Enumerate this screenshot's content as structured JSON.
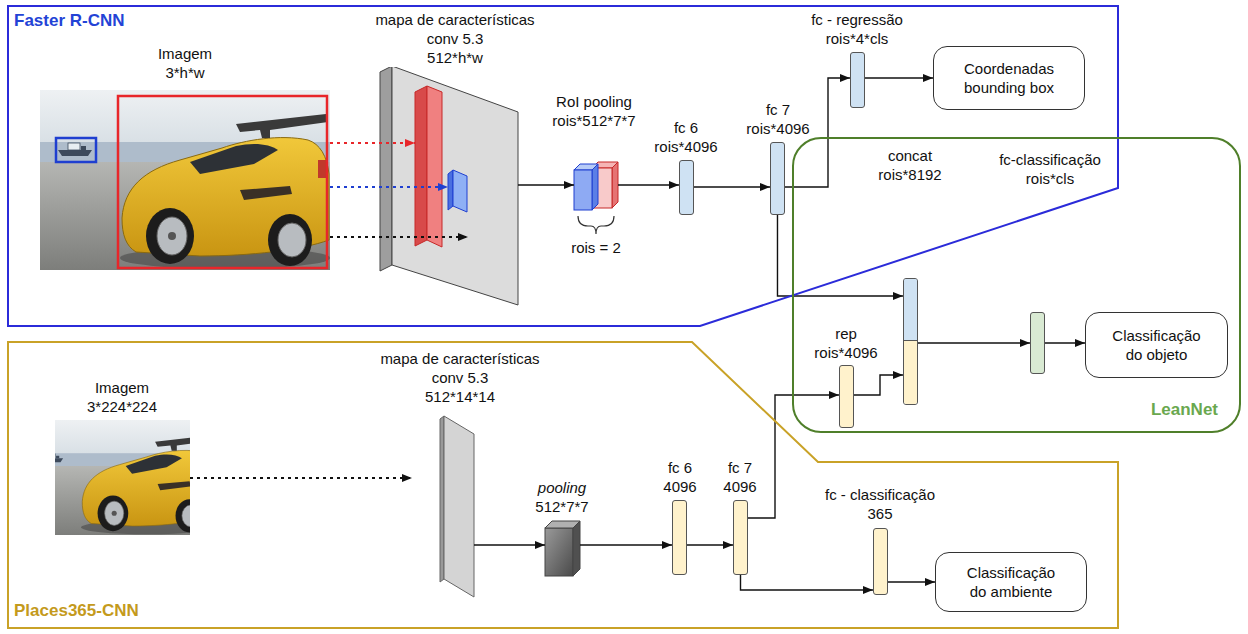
{
  "diagram": {
    "nodes": [
      {
        "text": [
          "Faster R-CNN"
        ]
      },
      {
        "text": [
          "Imagem",
          "3*h*w"
        ],
        "in": 0
      },
      {
        "text": [
          "mapa de características",
          "conv 5.3",
          "512*h*w"
        ],
        "in": 0
      },
      {
        "text": [
          "RoI pooling",
          "rois*512*7*7"
        ],
        "in": 0
      },
      {
        "text": [
          "fc 6",
          "rois*4096"
        ],
        "in": 0
      },
      {
        "text": [
          "fc 7",
          "rois*4096"
        ],
        "in": 0
      },
      {
        "text": [
          "fc - regressão",
          "rois*4*cls"
        ],
        "in": 0
      },
      {
        "text": [
          "Coordenadas bounding box"
        ],
        "in": 0
      },
      {
        "text": [
          "Places365-CNN"
        ]
      },
      {
        "text": [
          "Imagem",
          "3*224*224"
        ],
        "in": 8
      },
      {
        "text": [
          "mapa de características",
          "conv 5.3",
          "512*14*14"
        ],
        "in": 8
      },
      {
        "text": [
          "pooling",
          "512*7*7"
        ],
        "in": 8
      },
      {
        "text": [
          "fc 6",
          "4096"
        ],
        "in": 8
      },
      {
        "text": [
          "fc 7",
          "4096"
        ],
        "in": 8
      },
      {
        "text": [
          "fc - classificação",
          "365"
        ],
        "in": 8
      },
      {
        "text": [
          "Classificação do ambiente"
        ],
        "in": 8
      },
      {
        "text": [
          "LeanNet"
        ]
      },
      {
        "text": [
          "concat",
          "rois*8192"
        ],
        "in": 16
      },
      {
        "text": [
          "rep",
          "rois*4096"
        ],
        "in": 16
      },
      {
        "text": [
          "fc-classificação",
          "rois*cls"
        ],
        "in": 16
      },
      {
        "text": [
          "Classificação do objeto"
        ],
        "in": 16
      }
    ],
    "edges": [
      {
        "from": 1,
        "to": 2,
        "arrow": "to"
      },
      {
        "from": 1,
        "to": 2,
        "arrow": "to"
      },
      {
        "from": 1,
        "to": 2,
        "arrow": "to"
      },
      {
        "from": 2,
        "to": 3,
        "arrow": "to"
      },
      {
        "from": 3,
        "to": 4,
        "arrow": "to"
      },
      {
        "from": 4,
        "to": 5,
        "arrow": "to"
      },
      {
        "from": 5,
        "to": 6,
        "arrow": "to"
      },
      {
        "from": 6,
        "to": 7,
        "arrow": "to"
      },
      {
        "from": 5,
        "to": 17,
        "arrow": "to"
      },
      {
        "from": 9,
        "to": 10,
        "arrow": "to"
      },
      {
        "from": 10,
        "to": 11,
        "arrow": "to"
      },
      {
        "from": 11,
        "to": 12,
        "arrow": "to"
      },
      {
        "from": 12,
        "to": 13,
        "arrow": "to"
      },
      {
        "from": 13,
        "to": 18,
        "arrow": "to"
      },
      {
        "from": 18,
        "to": 17,
        "arrow": "to"
      },
      {
        "from": 13,
        "to": 14,
        "arrow": "to"
      },
      {
        "from": 14,
        "to": 15,
        "arrow": "to"
      },
      {
        "from": 17,
        "to": 19,
        "arrow": "to"
      },
      {
        "from": 19,
        "to": 20,
        "arrow": "to"
      }
    ],
    "labels": [
      "rois = 2"
    ]
  }
}
